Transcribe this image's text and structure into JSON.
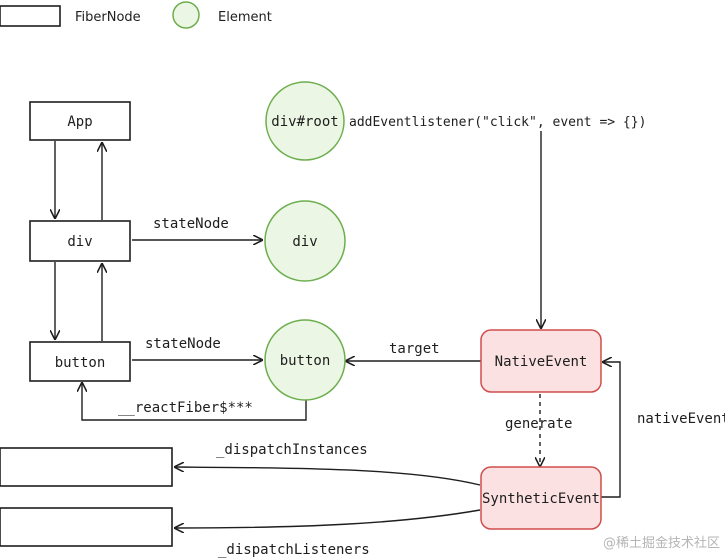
{
  "legend": {
    "fibernode_label": "FiberNode",
    "element_label": "Element"
  },
  "fiber_nodes": {
    "app": "App",
    "div": "div",
    "button": "button"
  },
  "elements": {
    "root": "div#root",
    "div": "div",
    "button": "button"
  },
  "events": {
    "native": "NativeEvent",
    "synthetic": "SyntheticEvent"
  },
  "edge_labels": {
    "add_listener": "addEventlistener(\"click\", event => {})",
    "state_node_div": "stateNode",
    "state_node_button": "stateNode",
    "react_fiber": "__reactFiber$***",
    "target": "target",
    "generate": "generate",
    "native_event": "nativeEvent",
    "dispatch_instances": "_dispatchInstances",
    "dispatch_listeners": "_dispatchListeners"
  },
  "watermark": "@稀土掘金技术社区",
  "colors": {
    "element_fill": "#ecf6e4",
    "element_stroke": "#6cae4d",
    "event_fill": "#fbe1e1",
    "event_stroke": "#d04d4d",
    "ink": "#1e1e1e"
  }
}
